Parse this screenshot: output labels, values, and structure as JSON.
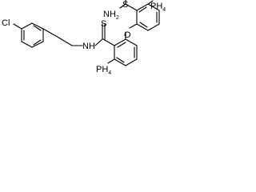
{
  "labels": {
    "chlorine": "Cl",
    "thioamide_sulfur_top": "S",
    "primary_amide_nitrogen": "NH",
    "primary_amide_h_count": "2",
    "phosphorus_top": "PH",
    "phosphorus_top_h_count": "4",
    "ether_oxygen": "O",
    "thioamide_sulfur_bottom": "S",
    "secondary_amide_nitrogen": "NH",
    "phosphorus_bottom": "PH",
    "phosphorus_bottom_h_count": "4"
  }
}
